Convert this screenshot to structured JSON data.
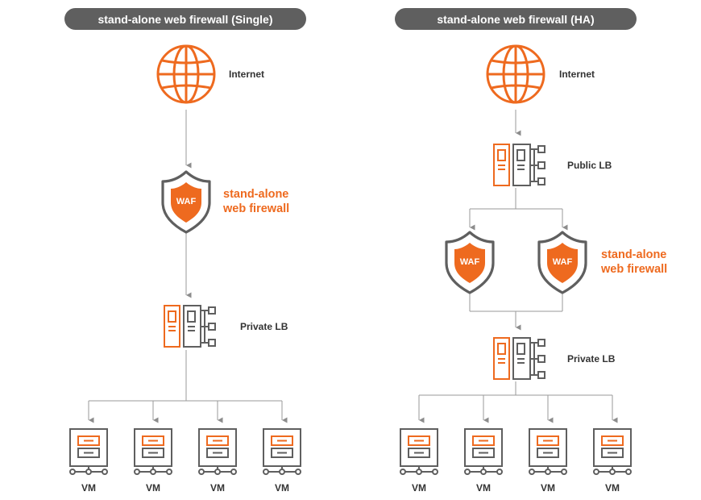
{
  "panels": {
    "single": {
      "title": "stand-alone web firewall (Single)",
      "internet_label": "Internet",
      "waf_badge": "WAF",
      "waf_label_line1": "stand-alone",
      "waf_label_line2": "web firewall",
      "private_lb_label": "Private LB",
      "vm_labels": [
        "VM",
        "VM",
        "VM",
        "VM"
      ]
    },
    "ha": {
      "title": "stand-alone web firewall (HA)",
      "internet_label": "Internet",
      "public_lb_label": "Public LB",
      "waf_badge": "WAF",
      "waf_label_line1": "stand-alone",
      "waf_label_line2": "web firewall",
      "private_lb_label": "Private LB",
      "vm_labels": [
        "VM",
        "VM",
        "VM",
        "VM"
      ]
    }
  },
  "colors": {
    "accent": "#ee6a1f",
    "dark_gray": "#5f5f5f",
    "line_gray": "#9a9a9a"
  },
  "icons": [
    "globe-icon",
    "waf-shield-icon",
    "load-balancer-icon",
    "vm-server-icon"
  ]
}
